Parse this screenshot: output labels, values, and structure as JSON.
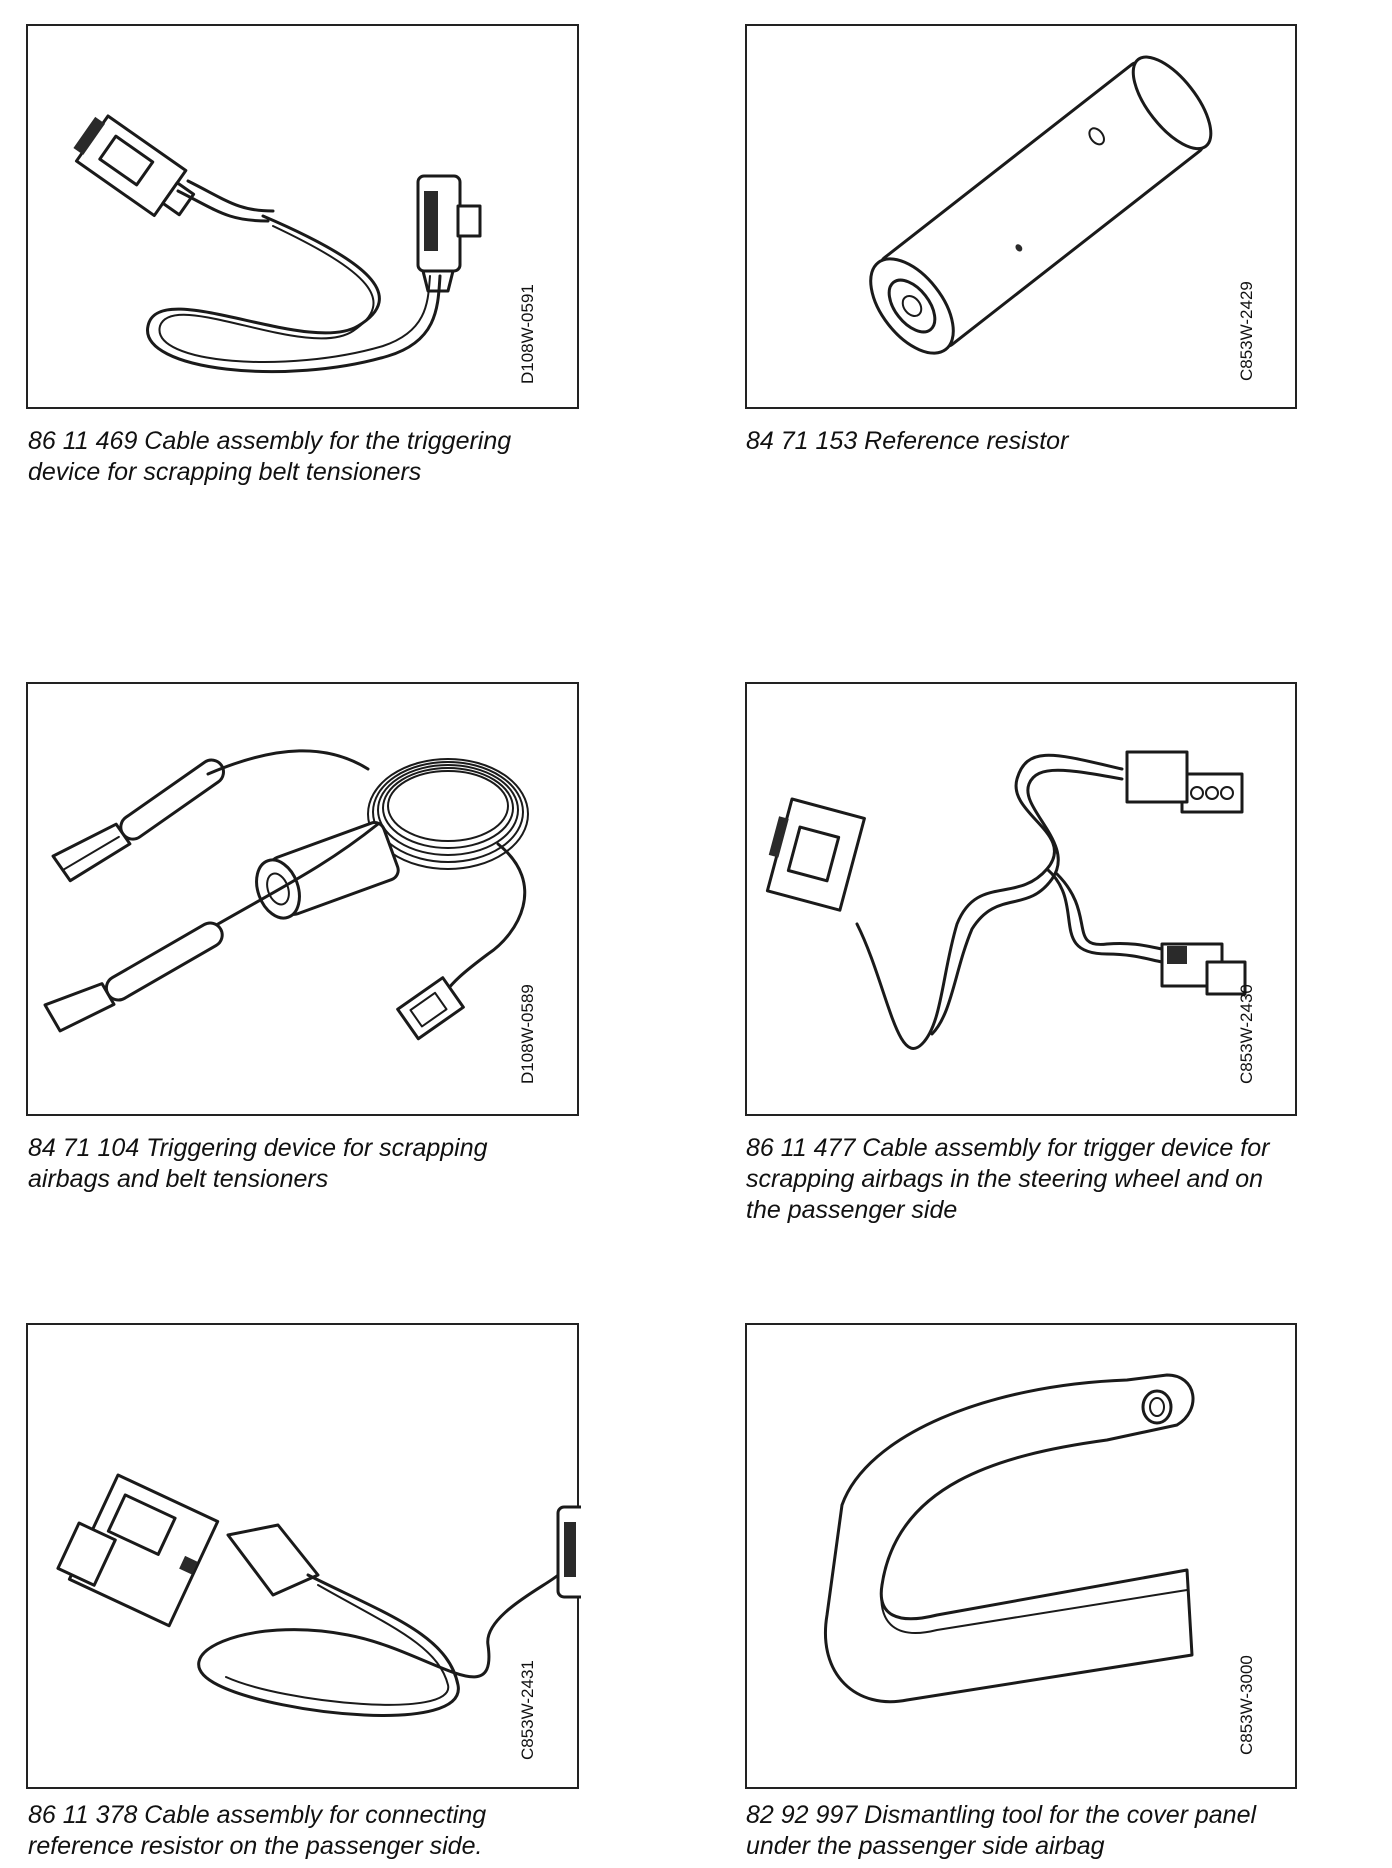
{
  "items": [
    {
      "drawing_code": "D108W-0591",
      "caption": "86 11 469 Cable assembly for the triggering\ndevice for scrapping belt tensioners"
    },
    {
      "drawing_code": "C853W-2429",
      "caption": "84 71 153 Reference resistor"
    },
    {
      "drawing_code": "D108W-0589",
      "caption": "84 71 104 Triggering device for scrapping\nairbags and belt tensioners"
    },
    {
      "drawing_code": "C853W-2430",
      "caption": "86 11 477 Cable assembly for trigger device for\nscrapping airbags in the steering wheel and on\nthe passenger side"
    },
    {
      "drawing_code": "C853W-2431",
      "caption": "86 11 378 Cable assembly for connecting\nreference resistor on the passenger side."
    },
    {
      "drawing_code": "C853W-3000",
      "caption": "82 92 997 Dismantling tool for the cover panel\nunder the passenger side airbag"
    }
  ]
}
